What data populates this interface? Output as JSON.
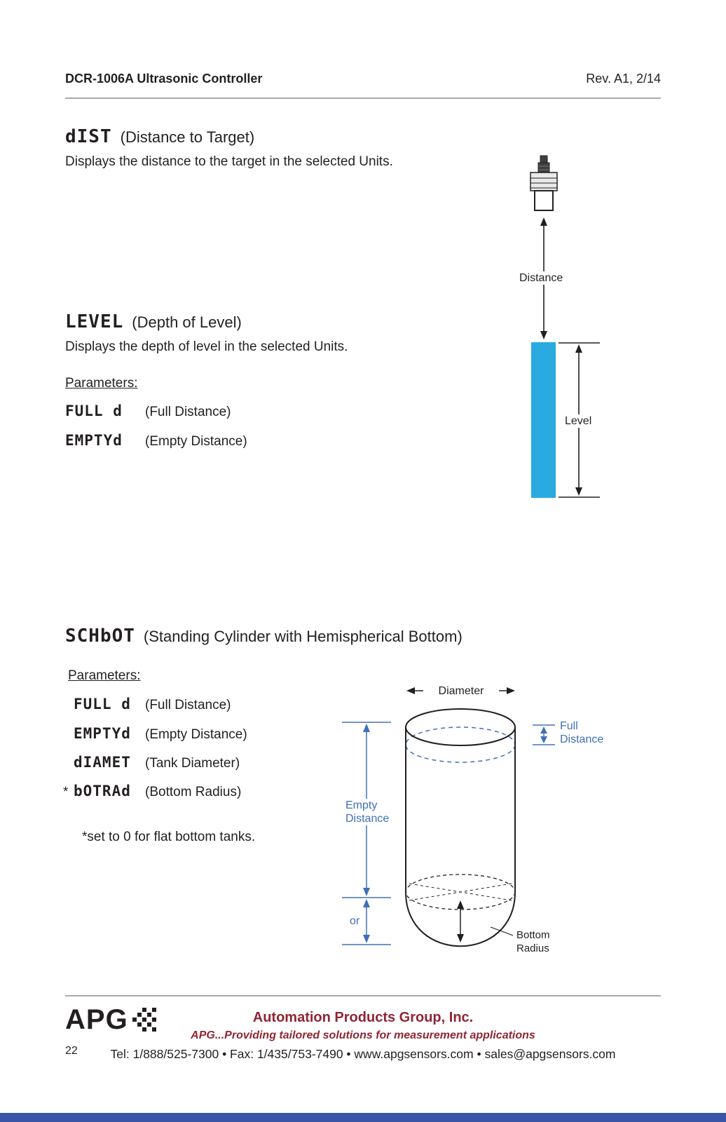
{
  "header": {
    "title": "DCR-1006A Ultrasonic Controller",
    "rev": "Rev. A1, 2/14"
  },
  "dist_section": {
    "code": "dIST",
    "title": "(Distance to Target)",
    "body": "Displays the distance to the target in the selected Units."
  },
  "level_section": {
    "code": "LEVEL",
    "title": "(Depth of Level)",
    "body": "Displays the depth of level in the selected Units.",
    "params_label": "Parameters:",
    "params": [
      {
        "code": "FULL d",
        "desc": "(Full Distance)"
      },
      {
        "code": "EMPTYd",
        "desc": "(Empty Distance)"
      }
    ]
  },
  "schbot_section": {
    "code": "SCHbOT",
    "title": "(Standing Cylinder with Hemispherical Bottom)",
    "params_label": "Parameters:",
    "params": [
      {
        "prefix": "",
        "code": "FULL d",
        "desc": "(Full Distance)"
      },
      {
        "prefix": "",
        "code": "EMPTYd",
        "desc": "(Empty Distance)"
      },
      {
        "prefix": "",
        "code": "dIAMET",
        "desc": "(Tank Diameter)"
      },
      {
        "prefix": "*",
        "code": "bOTRAd",
        "desc": "(Bottom Radius)"
      }
    ],
    "note": "*set to 0 for flat bottom tanks."
  },
  "diagram_distance": {
    "distance_label": "Distance",
    "level_label": "Level"
  },
  "diagram_tank": {
    "diameter_label": "Diameter",
    "full_distance_line1": "Full",
    "full_distance_line2": "Distance",
    "empty_distance_line1": "Empty",
    "empty_distance_line2": "Distance",
    "or_label": "or",
    "bottom_radius_line1": "Bottom",
    "bottom_radius_line2": "Radius"
  },
  "footer": {
    "logo_text": "APG",
    "company": "Automation Products Group, Inc.",
    "tagline": "APG...Providing tailored solutions for measurement applications",
    "page_number": "22",
    "contact": "Tel: 1/888/525-7300 • Fax: 1/435/753-7490 • www.apgsensors.com • sales@apgsensors.com"
  },
  "colors": {
    "liquid_blue": "#29ABE2",
    "diagram_blue": "#4170B8",
    "footer_maroon": "#8E2633",
    "bottom_bar_blue": "#3A55A5",
    "line_dark": "#231F20"
  }
}
